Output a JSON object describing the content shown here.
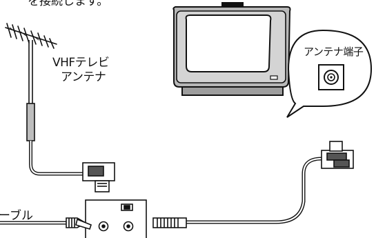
{
  "text": {
    "caption_top": "を接続します。",
    "vhf_line1": "VHFテレビ",
    "vhf_line2": "アンテナ",
    "cable_label": "ーブル",
    "bubble_label": "アンテナ端子"
  }
}
